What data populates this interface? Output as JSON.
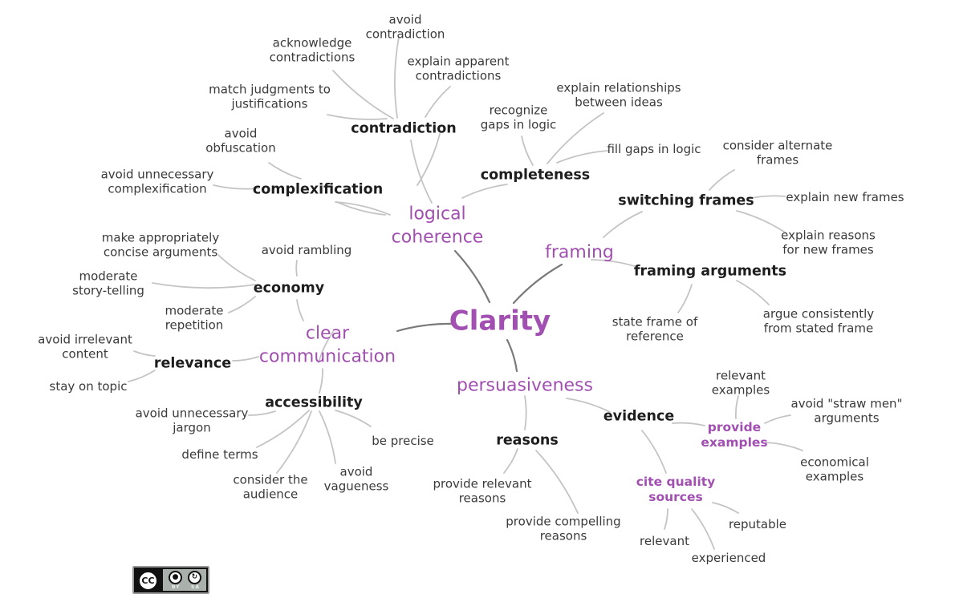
{
  "diagram": {
    "root": "Clarity",
    "branches": [
      {
        "label": "logical\ncoherence",
        "children": [
          {
            "label": "contradiction",
            "children": [
              "avoid\ncontradiction",
              "acknowledge\ncontradictions",
              "explain apparent\ncontradictions",
              "match judgments to\njustifications"
            ]
          },
          {
            "label": "complexification",
            "children": [
              "avoid\nobfuscation",
              "avoid unnecessary\ncomplexification"
            ]
          },
          {
            "label": "completeness",
            "children": [
              "recognize\ngaps in logic",
              "explain relationships\nbetween ideas",
              "fill gaps in logic"
            ]
          }
        ]
      },
      {
        "label": "framing",
        "children": [
          {
            "label": "switching frames",
            "children": [
              "consider alternate\nframes",
              "explain new frames",
              "explain reasons\nfor new frames"
            ]
          },
          {
            "label": "framing arguments",
            "children": [
              "state frame of\nreference",
              "argue consistently\nfrom stated frame"
            ]
          }
        ]
      },
      {
        "label": "clear\ncommunication",
        "children": [
          {
            "label": "economy",
            "children": [
              "make appropriately\nconcise arguments",
              "avoid rambling",
              "moderate\nstory-telling",
              "moderate\nrepetition"
            ]
          },
          {
            "label": "relevance",
            "children": [
              "avoid irrelevant\ncontent",
              "stay on topic"
            ]
          },
          {
            "label": "accessibility",
            "children": [
              "avoid unnecessary\njargon",
              "define terms",
              "consider the\naudience",
              "avoid\nvagueness",
              "be precise"
            ]
          }
        ]
      },
      {
        "label": "persuasiveness",
        "children": [
          {
            "label": "reasons",
            "children": [
              "provide relevant\nreasons",
              "provide compelling\nreasons"
            ]
          },
          {
            "label": "evidence",
            "children": [
              {
                "label": "provide\nexamples",
                "children": [
                  "relevant\nexamples",
                  "avoid \"straw men\"\narguments",
                  "economical\nexamples"
                ]
              },
              {
                "label": "cite quality\nsources",
                "children": [
                  "reputable",
                  "relevant",
                  "experienced"
                ]
              }
            ]
          }
        ]
      }
    ]
  },
  "license": {
    "badge": "CC",
    "by": "BY",
    "sa": "SA"
  },
  "colors": {
    "accent": "#a14fb0",
    "line": "#c4c4c4",
    "root_line": "#7a7a7a"
  }
}
